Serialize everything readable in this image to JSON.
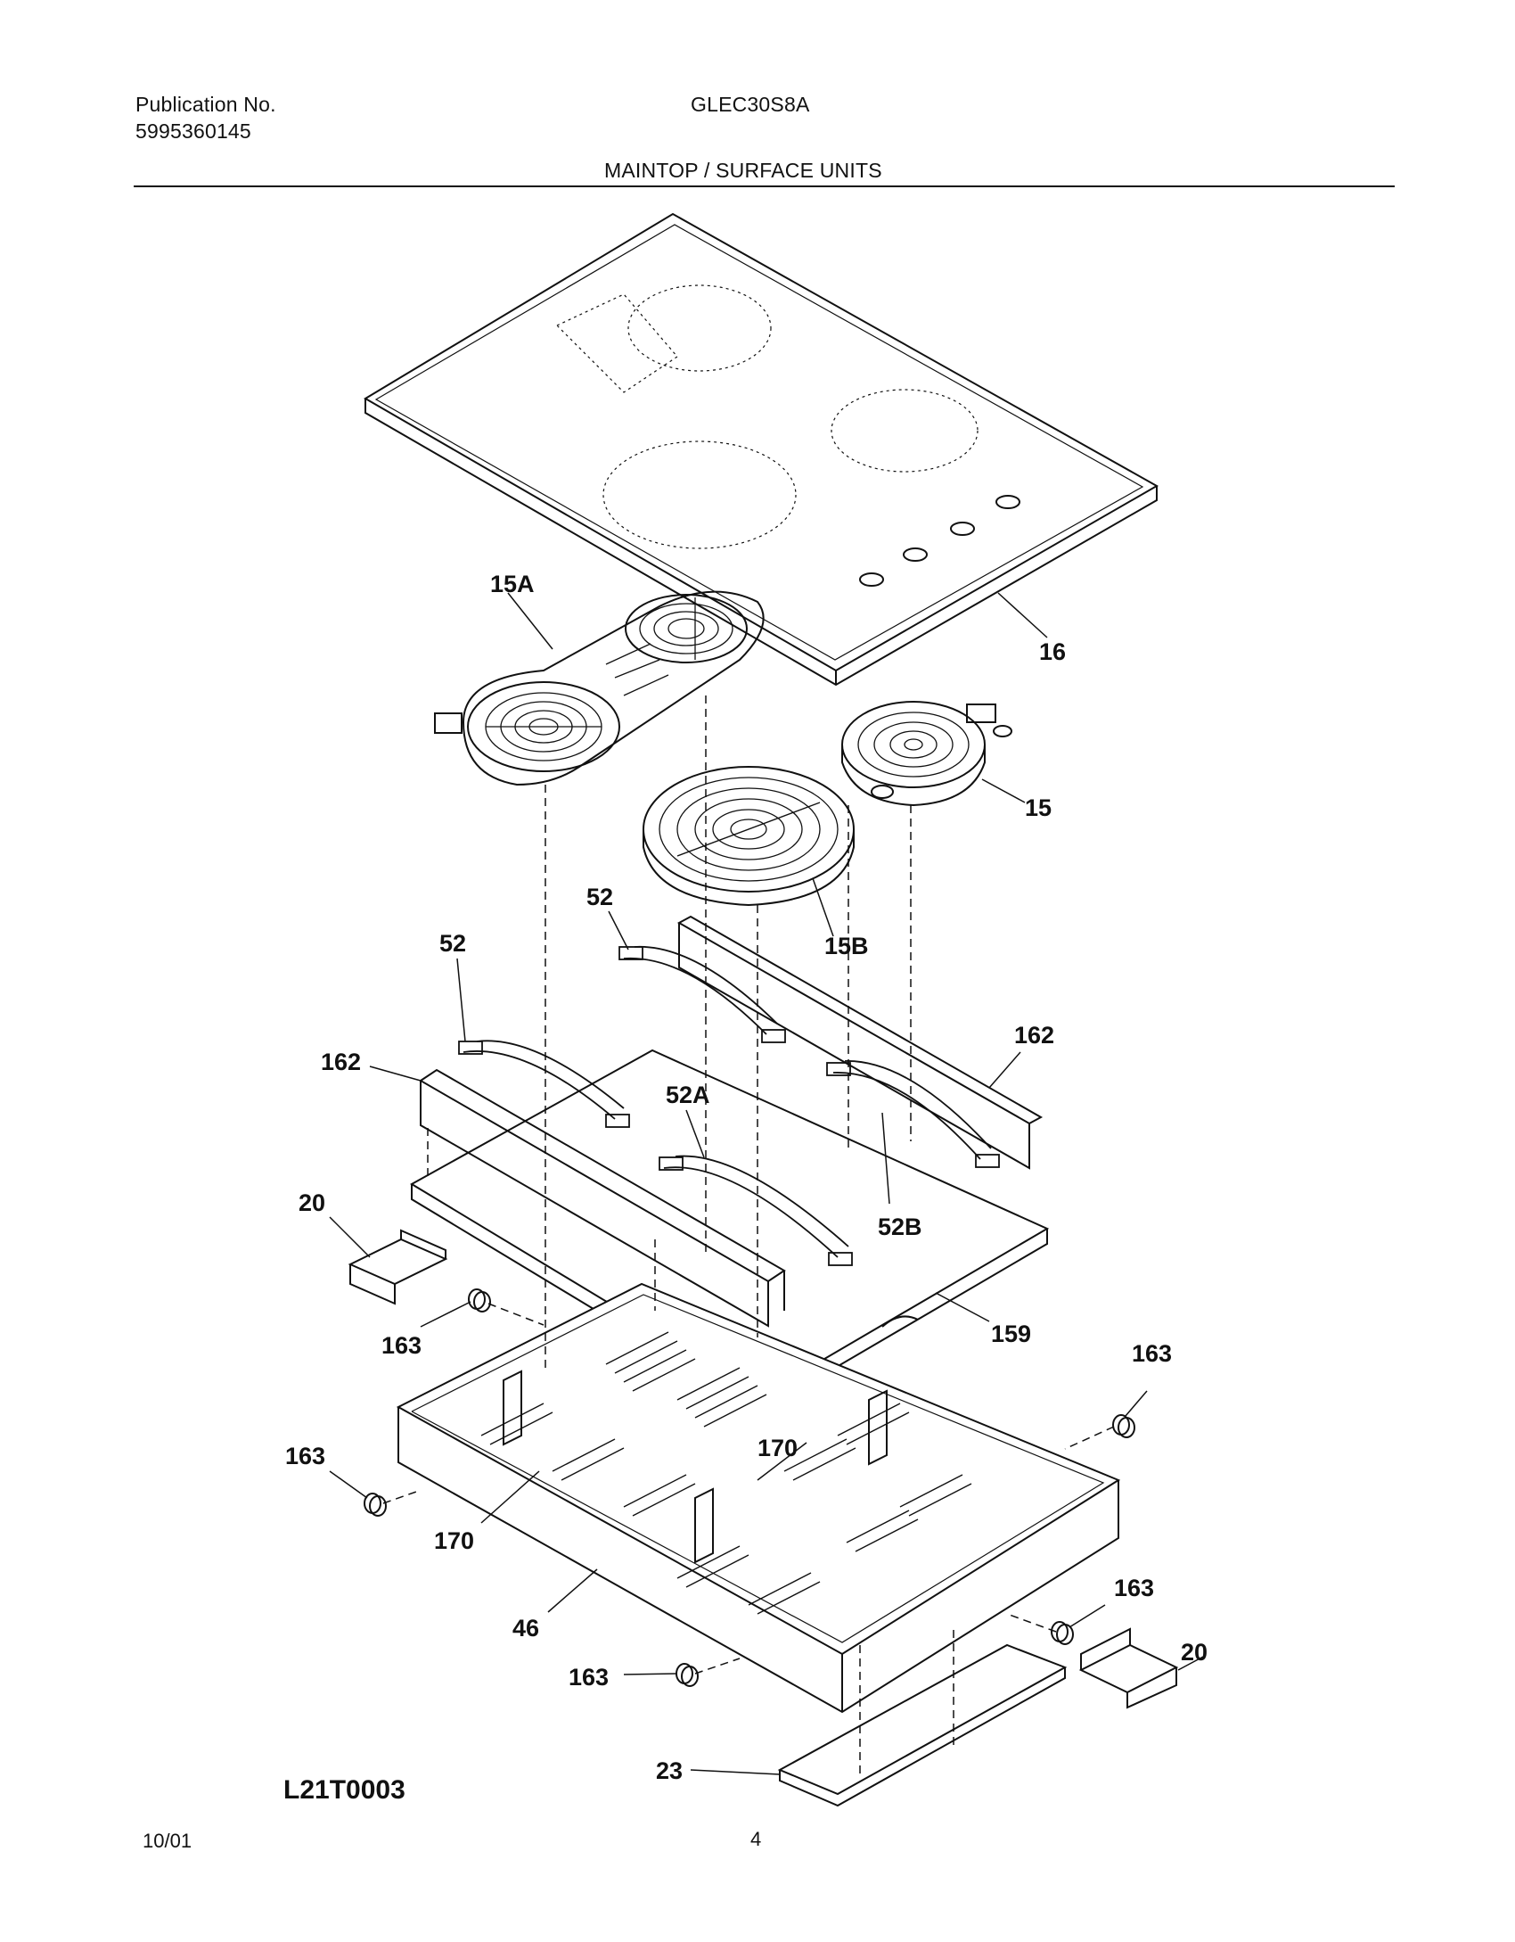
{
  "header": {
    "publication_label": "Publication No.",
    "publication_number": "5995360145",
    "model": "GLEC30S8A",
    "section_title": "MAINTOP / SURFACE UNITS"
  },
  "callouts": {
    "c15A": "15A",
    "c16": "16",
    "c15": "15",
    "c15B": "15B",
    "c52a": "52",
    "c52b": "52",
    "c162a": "162",
    "c162b": "162",
    "c52A": "52A",
    "c52B": "52B",
    "c20a": "20",
    "c20b": "20",
    "c163a": "163",
    "c163b": "163",
    "c163c": "163",
    "c163d": "163",
    "c163e": "163",
    "c159": "159",
    "c170a": "170",
    "c170b": "170",
    "c46": "46",
    "c23": "23"
  },
  "footer": {
    "figure_id": "L21T0003",
    "date": "10/01",
    "page": "4"
  }
}
